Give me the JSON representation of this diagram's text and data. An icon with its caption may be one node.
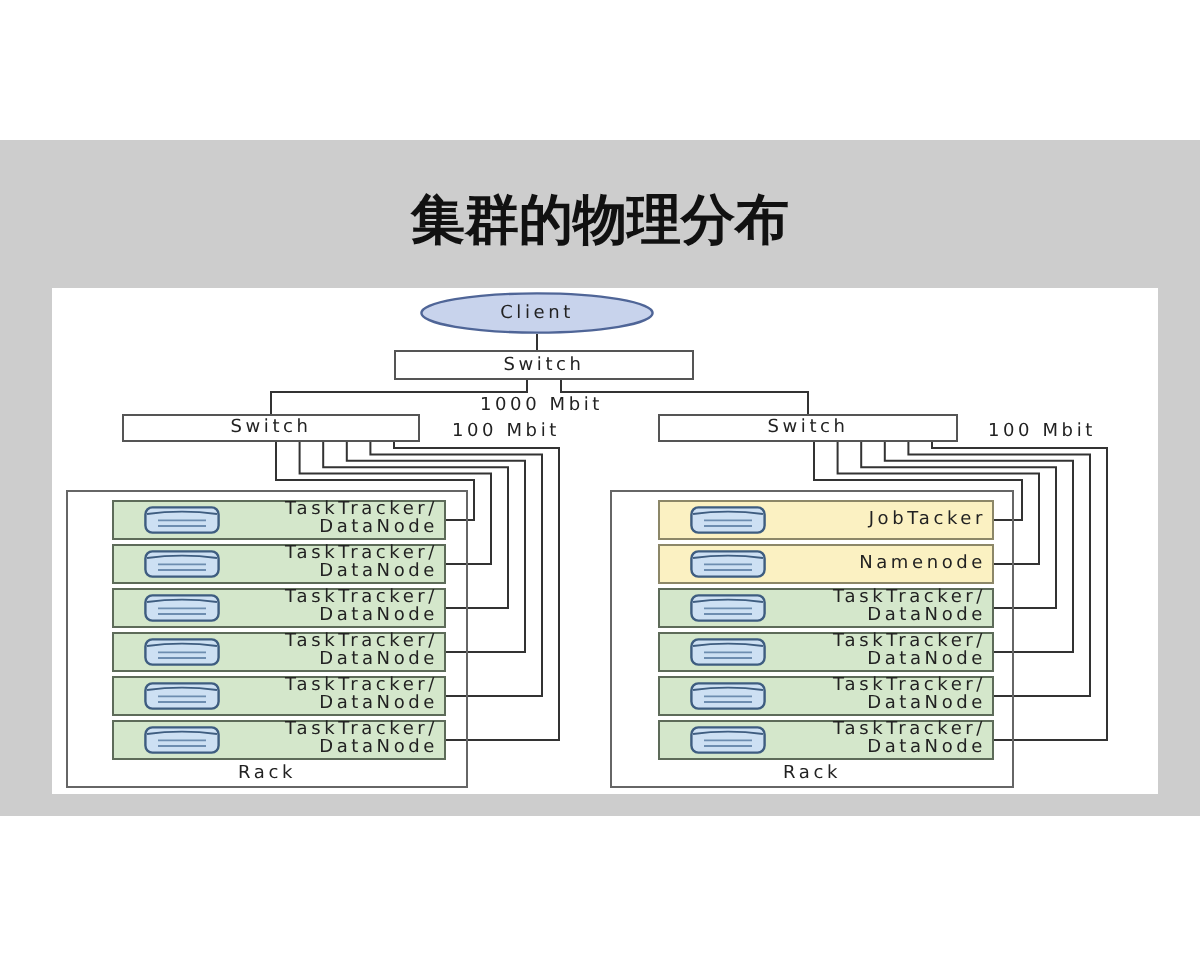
{
  "diagram": {
    "title": "集群的物理分布",
    "nodes": [
      {
        "text": [
          "Client"
        ]
      },
      {
        "text": [
          "Switch"
        ]
      },
      {
        "text": [
          "Switch"
        ]
      },
      {
        "text": [
          "Switch"
        ]
      },
      {
        "text": [
          "Rack"
        ]
      },
      {
        "text": [
          "TaskTracker/ DataNode"
        ],
        "in": 4
      },
      {
        "text": [
          "TaskTracker/ DataNode"
        ],
        "in": 4
      },
      {
        "text": [
          "TaskTracker/ DataNode"
        ],
        "in": 4
      },
      {
        "text": [
          "TaskTracker/ DataNode"
        ],
        "in": 4
      },
      {
        "text": [
          "TaskTracker/ DataNode"
        ],
        "in": 4
      },
      {
        "text": [
          "TaskTracker/ DataNode"
        ],
        "in": 4
      },
      {
        "text": [
          "Rack"
        ]
      },
      {
        "text": [
          "JobTacker"
        ],
        "in": 11
      },
      {
        "text": [
          "Namenode"
        ],
        "in": 11
      },
      {
        "text": [
          "TaskTracker/ DataNode"
        ],
        "in": 11
      },
      {
        "text": [
          "TaskTracker/ DataNode"
        ],
        "in": 11
      },
      {
        "text": [
          "TaskTracker/ DataNode"
        ],
        "in": 11
      },
      {
        "text": [
          "TaskTracker/ DataNode"
        ],
        "in": 11
      }
    ],
    "edges": [
      {
        "from": 0,
        "to": 1,
        "arrow": "none"
      },
      {
        "from": 1,
        "to": 2,
        "arrow": "none"
      },
      {
        "from": 1,
        "to": 3,
        "arrow": "none"
      },
      {
        "from": 2,
        "to": 5,
        "arrow": "none"
      },
      {
        "from": 2,
        "to": 6,
        "arrow": "none"
      },
      {
        "from": 2,
        "to": 7,
        "arrow": "none"
      },
      {
        "from": 2,
        "to": 8,
        "arrow": "none"
      },
      {
        "from": 2,
        "to": 9,
        "arrow": "none"
      },
      {
        "from": 2,
        "to": 10,
        "arrow": "none"
      },
      {
        "from": 3,
        "to": 12,
        "arrow": "none"
      },
      {
        "from": 3,
        "to": 13,
        "arrow": "none"
      },
      {
        "from": 3,
        "to": 14,
        "arrow": "none"
      },
      {
        "from": 3,
        "to": 15,
        "arrow": "none"
      },
      {
        "from": 3,
        "to": 16,
        "arrow": "none"
      },
      {
        "from": 3,
        "to": 17,
        "arrow": "none"
      }
    ],
    "labels": [
      "1000 Mbit",
      "100 Mbit",
      "100 Mbit"
    ]
  }
}
